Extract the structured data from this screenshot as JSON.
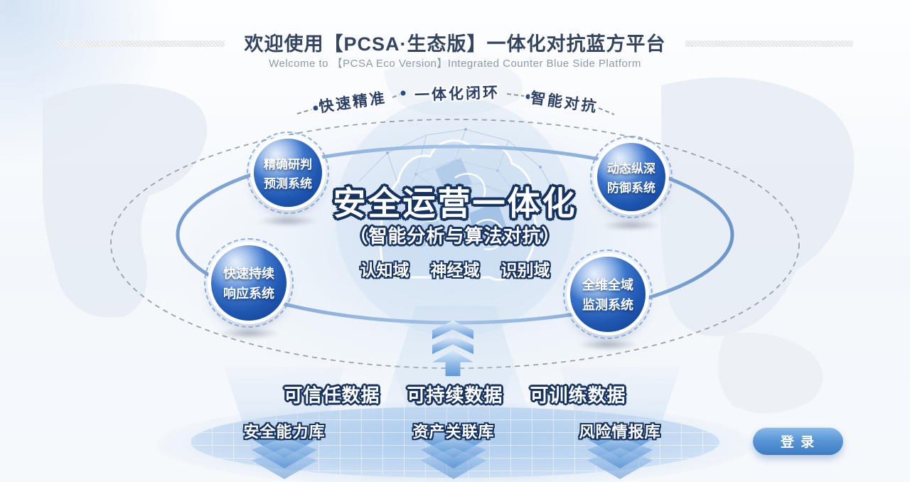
{
  "header": {
    "title": "欢迎使用【PCSA·生态版】一体化对抗蓝方平台",
    "subtitle": "Welcome to 【PCSA Eco Version】Integrated Counter Blue Side Platform"
  },
  "feature_tags": [
    {
      "label": "快速精准"
    },
    {
      "label": "一体化闭环"
    },
    {
      "label": "智能对抗"
    }
  ],
  "center": {
    "title": "安全运营一体化",
    "subtitle": "（智能分析与算法对抗）",
    "domains": [
      {
        "label": "认知域"
      },
      {
        "label": "神经域"
      },
      {
        "label": "识别域"
      }
    ]
  },
  "systems": [
    {
      "line1": "精确研判",
      "line2": "预测系统"
    },
    {
      "line1": "动态纵深",
      "line2": "防御系统"
    },
    {
      "line1": "快速持续",
      "line2": "响应系统"
    },
    {
      "line1": "全维全域",
      "line2": "监测系统"
    }
  ],
  "data_labels": [
    {
      "label": "可信任数据"
    },
    {
      "label": "可持续数据"
    },
    {
      "label": "可训练数据"
    }
  ],
  "libraries": [
    {
      "label": "安全能力库"
    },
    {
      "label": "资产关联库"
    },
    {
      "label": "风险情报库"
    }
  ],
  "login": {
    "label": "登 录"
  },
  "colors": {
    "title_navy": "#35455f",
    "outline_navy": "#16325f",
    "sphere_blue": "#1c4fa0",
    "accent_blue": "#3d7cc4",
    "orbit_blue": "#6b93c9"
  }
}
